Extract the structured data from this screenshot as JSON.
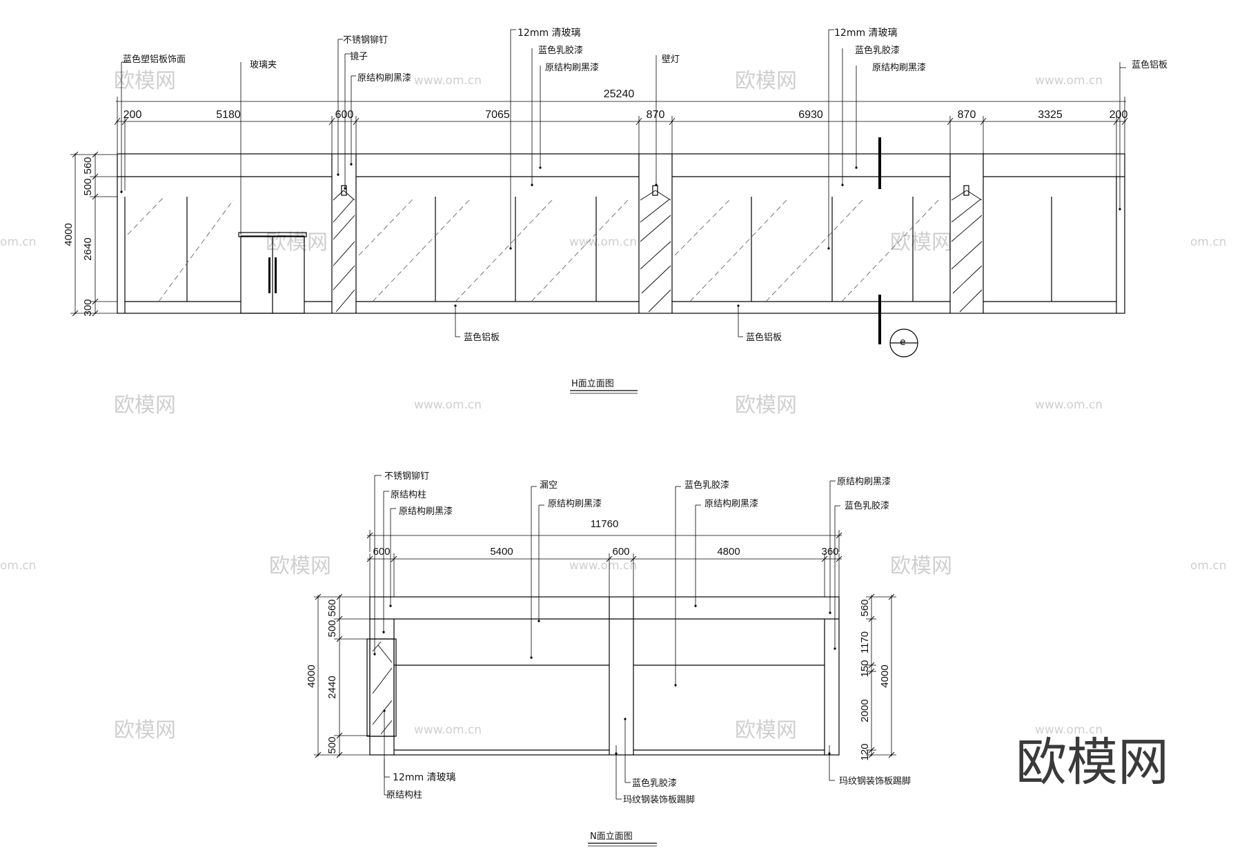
{
  "h_elevation": {
    "title": "H面立面图",
    "total_width": "25240",
    "widths": [
      "200",
      "5180",
      "600",
      "7065",
      "870",
      "6930",
      "870",
      "3325",
      "200"
    ],
    "heights": [
      "560",
      "500",
      "2640",
      "300"
    ],
    "total_height": "4000",
    "labels": {
      "blue_plastic_al": "蓝色塑铝板饰面",
      "glass_clip": "玻璃夹",
      "ss_rivet": "不锈钢铆钉",
      "mirror": "镜子",
      "black_paint_1": "原结构刷黑漆",
      "glass_1": "12mm 清玻璃",
      "blue_latex_1": "蓝色乳胶漆",
      "black_paint_2": "原结构刷黑漆",
      "wall_lamp": "壁灯",
      "glass_2": "12mm 清玻璃",
      "blue_latex_2": "蓝色乳胶漆",
      "black_paint_3": "原结构刷黑漆",
      "blue_al_right": "蓝色铝板",
      "blue_al_bottom_1": "蓝色铝板",
      "blue_al_bottom_2": "蓝色铝板",
      "section_mark": "e"
    }
  },
  "n_elevation": {
    "title": "N面立面图",
    "total_width": "11760",
    "widths": [
      "600",
      "5400",
      "600",
      "4800",
      "360"
    ],
    "left_heights": [
      "560",
      "500",
      "2440",
      "500"
    ],
    "left_total": "4000",
    "right_heights": [
      "560",
      "1170",
      "150",
      "2000",
      "120"
    ],
    "right_total": "4000",
    "labels": {
      "ss_rivet": "不锈钢铆钉",
      "column": "原结构柱",
      "black_paint_1": "原结构刷黑漆",
      "hollow": "漏空",
      "black_paint_2": "原结构刷黑漆",
      "blue_latex_1": "蓝色乳胶漆",
      "black_paint_3": "原结构刷黑漆",
      "black_paint_4": "原结构刷黑漆",
      "blue_latex_2": "蓝色乳胶漆",
      "glass": "12mm 清玻璃",
      "column_2": "原结构柱",
      "blue_latex_3": "蓝色乳胶漆",
      "kick_1": "玛纹钢装饰板踢脚",
      "kick_2": "玛纹钢装饰板踢脚"
    }
  },
  "watermark": {
    "logo": "欧模网",
    "url": "www.om.cn",
    "url_partial": "om.cn",
    "big_logo": "欧模网"
  }
}
